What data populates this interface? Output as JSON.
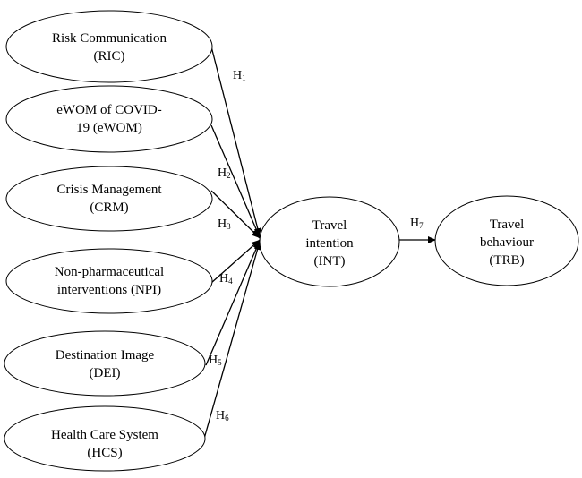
{
  "nodes": {
    "ric": {
      "line1": "Risk Communication",
      "line2": "(RIC)"
    },
    "ewom": {
      "line1": "eWOM of COVID-",
      "line2": "19 (eWOM)"
    },
    "crm": {
      "line1": "Crisis Management",
      "line2": "(CRM)"
    },
    "npi": {
      "line1": "Non-pharmaceutical",
      "line2": "interventions (NPI)"
    },
    "dei": {
      "line1": "Destination Image",
      "line2": "(DEI)"
    },
    "hcs": {
      "line1": "Health Care System",
      "line2": "(HCS)"
    },
    "int": {
      "line1": "Travel",
      "line2": "intention",
      "line3": "(INT)"
    },
    "trb": {
      "line1": "Travel",
      "line2": "behaviour",
      "line3": "(TRB)"
    }
  },
  "hypotheses": [
    {
      "letter": "H",
      "num": "1"
    },
    {
      "letter": "H",
      "num": "2"
    },
    {
      "letter": "H",
      "num": "3"
    },
    {
      "letter": "H",
      "num": "4"
    },
    {
      "letter": "H",
      "num": "5"
    },
    {
      "letter": "H",
      "num": "6"
    },
    {
      "letter": "H",
      "num": "7"
    }
  ],
  "colors": {
    "stroke": "#000000",
    "background": "#ffffff"
  }
}
